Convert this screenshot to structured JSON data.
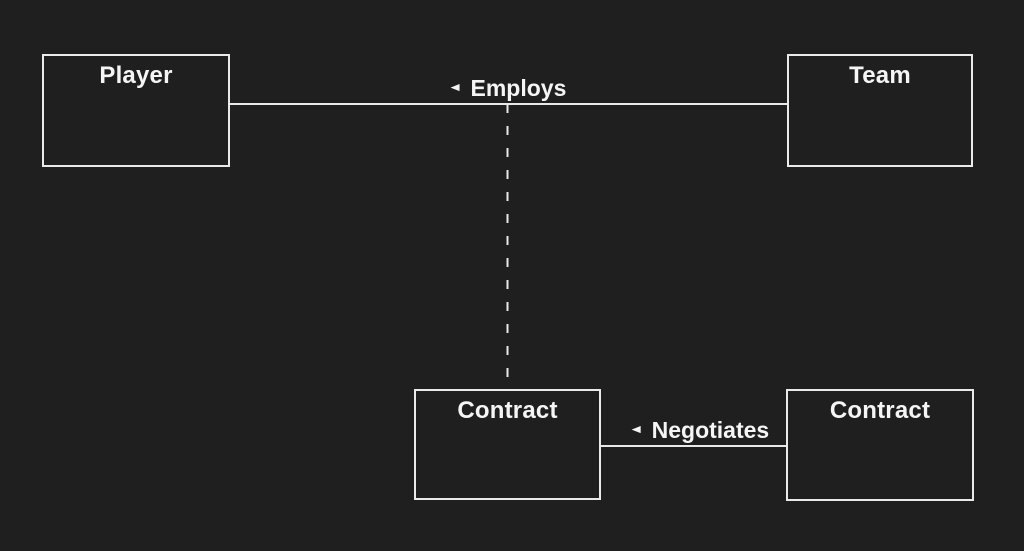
{
  "colors": {
    "background": "#1f1f1f",
    "box_border": "#eaeaea",
    "line": "#e9e9e9",
    "text": "#f5f5f5"
  },
  "icons": {
    "left_arrow": "◄"
  },
  "diagram": {
    "entities": [
      {
        "label": "Player"
      },
      {
        "label": "Team"
      },
      {
        "label": "Contract"
      },
      {
        "label": "Contract"
      }
    ],
    "relationships": [
      {
        "arrow": "◄",
        "label": "Employs",
        "connects": [
          "Player",
          "Team"
        ],
        "line_style": "solid"
      },
      {
        "arrow": "◄",
        "label": "Negotiates",
        "connects": [
          "Contract",
          "Contract"
        ],
        "line_style": "solid"
      }
    ],
    "dashed_connector": {
      "from": "Employs",
      "to": "Contract",
      "line_style": "dashed"
    }
  }
}
